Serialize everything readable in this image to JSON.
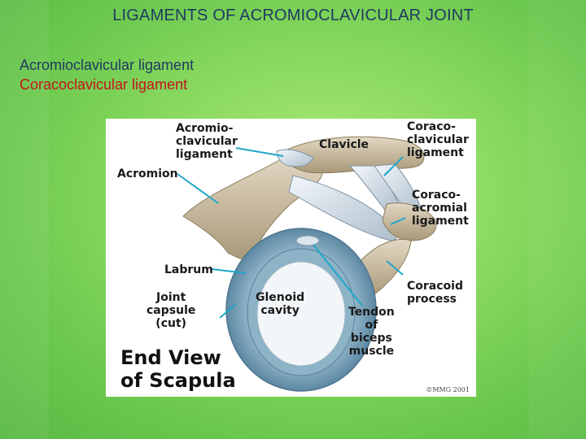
{
  "slide": {
    "title": "LIGAMENTS OF ACROMIOCLAVICULAR JOINT",
    "bullets": [
      {
        "text": "Acromioclavicular ligament",
        "color": "#1f3a63"
      },
      {
        "text": "Coracoclavicular ligament",
        "color": "#c4141c"
      }
    ]
  },
  "figure": {
    "labels": {
      "acromioclavicular_ligament": "Acromio-\nclavicular\nligament",
      "acromion": "Acromion",
      "clavicle": "Clavicle",
      "coracoclavicular_ligament": "Coraco-\nclavicular\nligament",
      "coracoacromial_ligament": "Coraco-\nacromial\nligament",
      "labrum": "Labrum",
      "joint_capsule": "Joint\ncapsule\n(cut)",
      "glenoid_cavity": "Glenoid\ncavity",
      "tendon_biceps": "Tendon\nof\nbiceps\nmuscle",
      "coracoid_process": "Coracoid\nprocess"
    },
    "caption": "End View\nof Scapula",
    "credit": "©MMG 2001",
    "colors": {
      "bone": "#cdbfa6",
      "ligament": "#dfe8f0",
      "capsule": "#7fa6bd",
      "pointer": "#1fa7c9"
    }
  }
}
